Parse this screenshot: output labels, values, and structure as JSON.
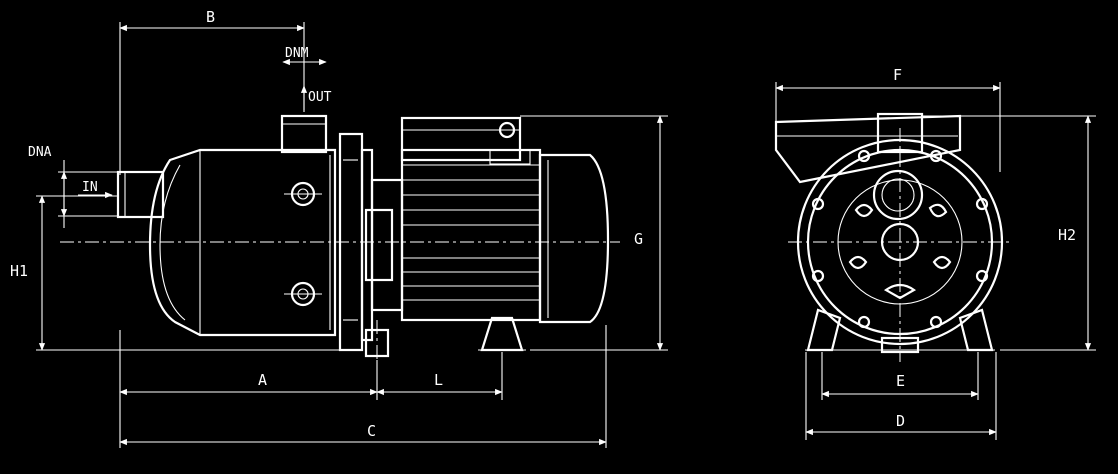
{
  "drawing": {
    "labels": {
      "a": "A",
      "b": "B",
      "c": "C",
      "d": "D",
      "e": "E",
      "f": "F",
      "g": "G",
      "h1": "H1",
      "h2": "H2",
      "l": "L",
      "dna": "DNA",
      "dnm": "DNM",
      "in": "IN",
      "out": "OUT"
    }
  }
}
